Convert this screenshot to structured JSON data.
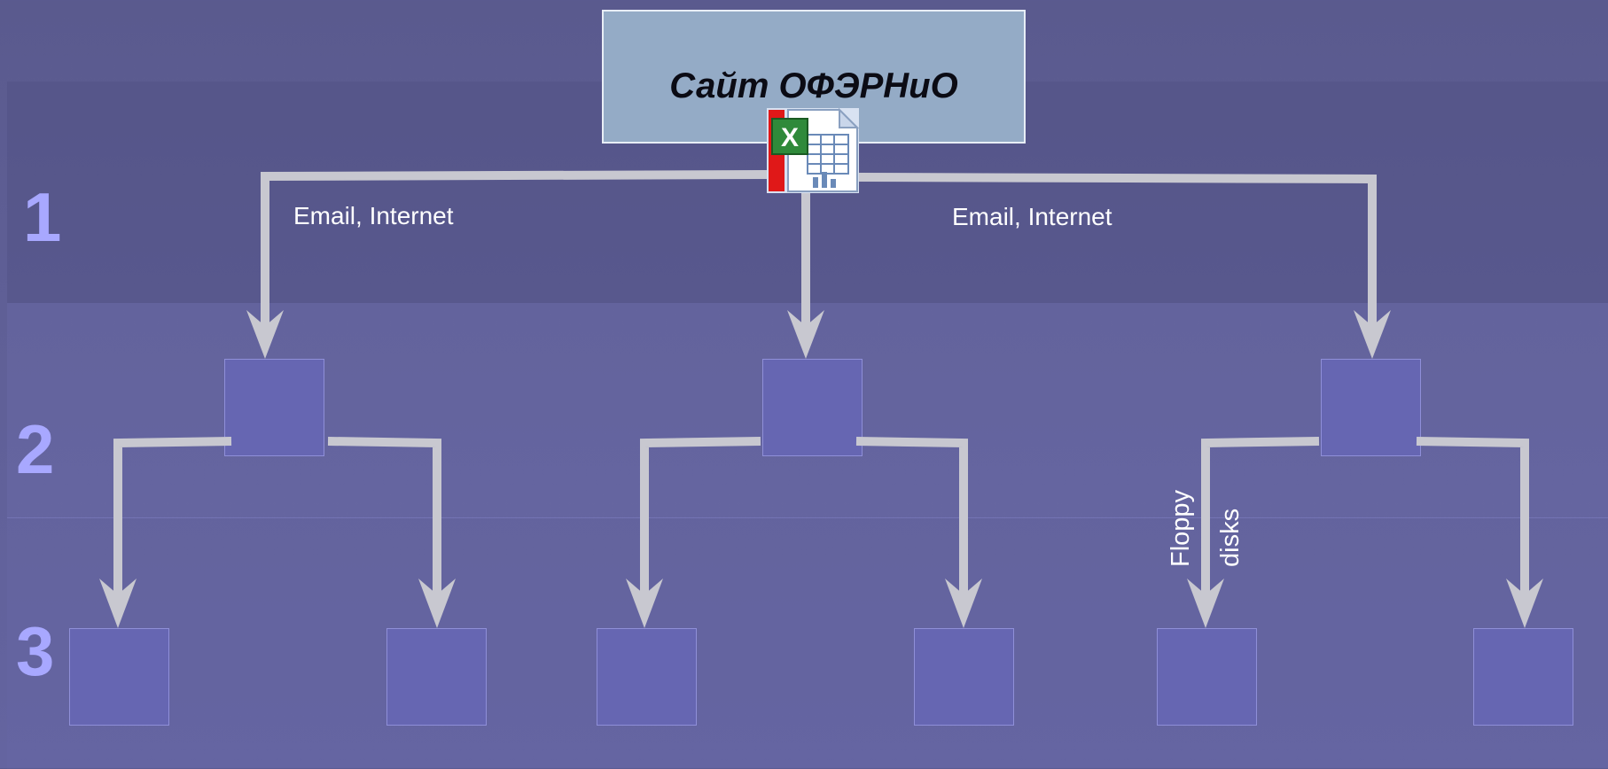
{
  "title": "Сайт ОФЭРНиО",
  "levels": [
    "1",
    "2",
    "3"
  ],
  "link_labels": {
    "left": "Email, Internet",
    "right": "Email, Internet",
    "floppy_line1": "Floppy",
    "floppy_line2": "disks"
  },
  "colors": {
    "title_box": "#94abc6",
    "node_fill": "#6666b2",
    "arrow": "#c8c8d0",
    "level_number": "#a8a8ff"
  },
  "icons": [
    "excel-file-icon"
  ]
}
